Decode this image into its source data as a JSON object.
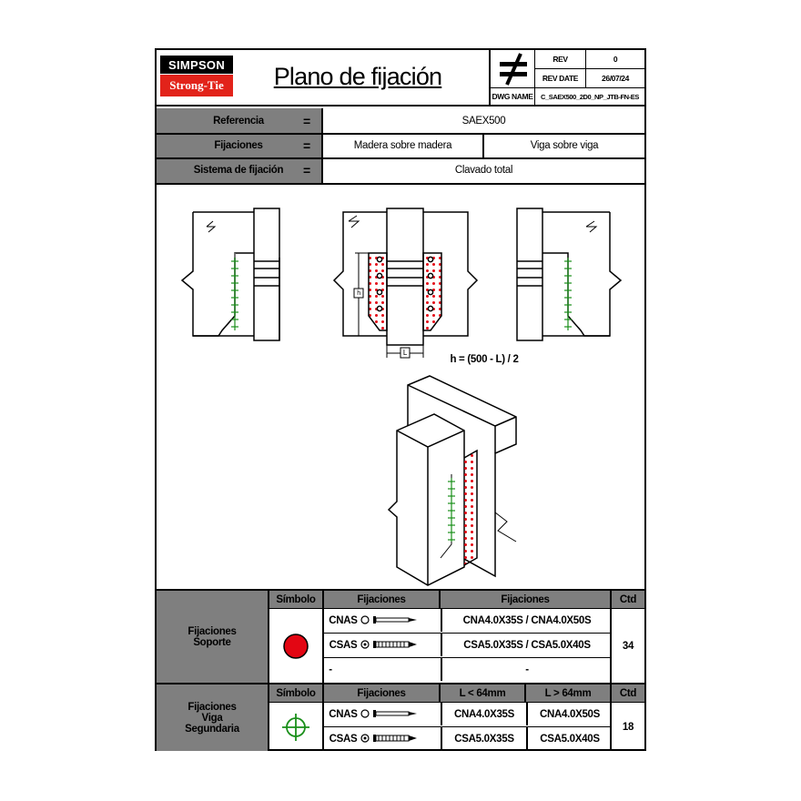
{
  "header": {
    "logo_top": "SIMPSON",
    "logo_bottom": "Strong-Tie",
    "title": "Plano de fijación",
    "rev_label": "REV",
    "rev_value": "0",
    "rev_date_label": "REV DATE",
    "rev_date_value": "26/07/24",
    "dwg_name_label": "DWG NAME",
    "dwg_name_value": "C_SAEX500_2D0_NP_JTB-FN-ES"
  },
  "info": {
    "eq": "=",
    "referencia_label": "Referencia",
    "referencia_value": "SAEX500",
    "fijaciones_label": "Fijaciones",
    "fijaciones_value_1": "Madera sobre madera",
    "fijaciones_value_2": "Viga sobre viga",
    "sistema_label": "Sistema de fijación",
    "sistema_value": "Clavado total"
  },
  "drawing": {
    "h_label": "h",
    "l_label": "L",
    "formula": "h = (500 - L) / 2"
  },
  "support_table": {
    "section_label": "Fijaciones Soporte",
    "col_symbol": "Símbolo",
    "col_fix": "Fijaciones",
    "col_fix2": "Fijaciones",
    "col_qty": "Ctd",
    "rows": [
      {
        "name": "CNAS",
        "spec": "CNA4.0X35S / CNA4.0X50S"
      },
      {
        "name": "CSAS",
        "spec": "CSA5.0X35S / CSA5.0X40S"
      },
      {
        "name": "-",
        "spec": "-"
      }
    ],
    "qty": "34",
    "symbol_color": "#e30613"
  },
  "beam_table": {
    "section_label": "Fijaciones Viga Segundaria",
    "col_symbol": "Símbolo",
    "col_fix": "Fijaciones",
    "col_l_small": "L < 64mm",
    "col_l_big": "L > 64mm",
    "col_qty": "Ctd",
    "rows": [
      {
        "name": "CNAS",
        "small": "CNA4.0X35S",
        "big": "CNA4.0X50S"
      },
      {
        "name": "CSAS",
        "small": "CSA5.0X35S",
        "big": "CSA5.0X40S"
      }
    ],
    "qty": "18",
    "symbol_color": "#2e8b2e"
  }
}
